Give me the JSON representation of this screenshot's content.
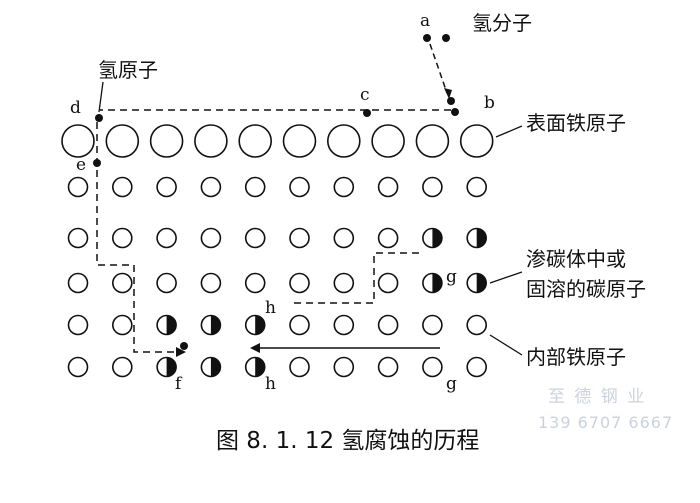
{
  "labels": {
    "a": "a",
    "b": "b",
    "c": "c",
    "d": "d",
    "e": "e",
    "f": "f",
    "g_upper": "g",
    "g_lower": "g",
    "h_upper": "h",
    "h_lower": "h"
  },
  "annotations": {
    "hydrogen_molecule": "氢分子",
    "hydrogen_atom": "氢原子",
    "surface_iron": "表面铁原子",
    "carbon_line1": "渗碳体中或",
    "carbon_line2": "固溶的碳原子",
    "inner_iron": "内部铁原子"
  },
  "caption": "图 8. 1. 12   氢腐蚀的历程",
  "watermark": {
    "line1": "至 德 钢 业",
    "line2": "139 6707 6667"
  },
  "colors": {
    "ink": "#111111",
    "watermark": "#c9d3dd",
    "background": "#ffffff"
  },
  "lattice": {
    "surface_columns": 10,
    "inner_rows": 5,
    "inner_columns": 10,
    "carbon_sites": [
      {
        "row": 1,
        "col": 8
      },
      {
        "row": 1,
        "col": 9
      },
      {
        "row": 2,
        "col": 8
      },
      {
        "row": 2,
        "col": 9
      },
      {
        "row": 3,
        "col": 2
      },
      {
        "row": 3,
        "col": 3
      },
      {
        "row": 3,
        "col": 4
      },
      {
        "row": 4,
        "col": 2
      },
      {
        "row": 4,
        "col": 3
      },
      {
        "row": 4,
        "col": 4
      }
    ]
  }
}
